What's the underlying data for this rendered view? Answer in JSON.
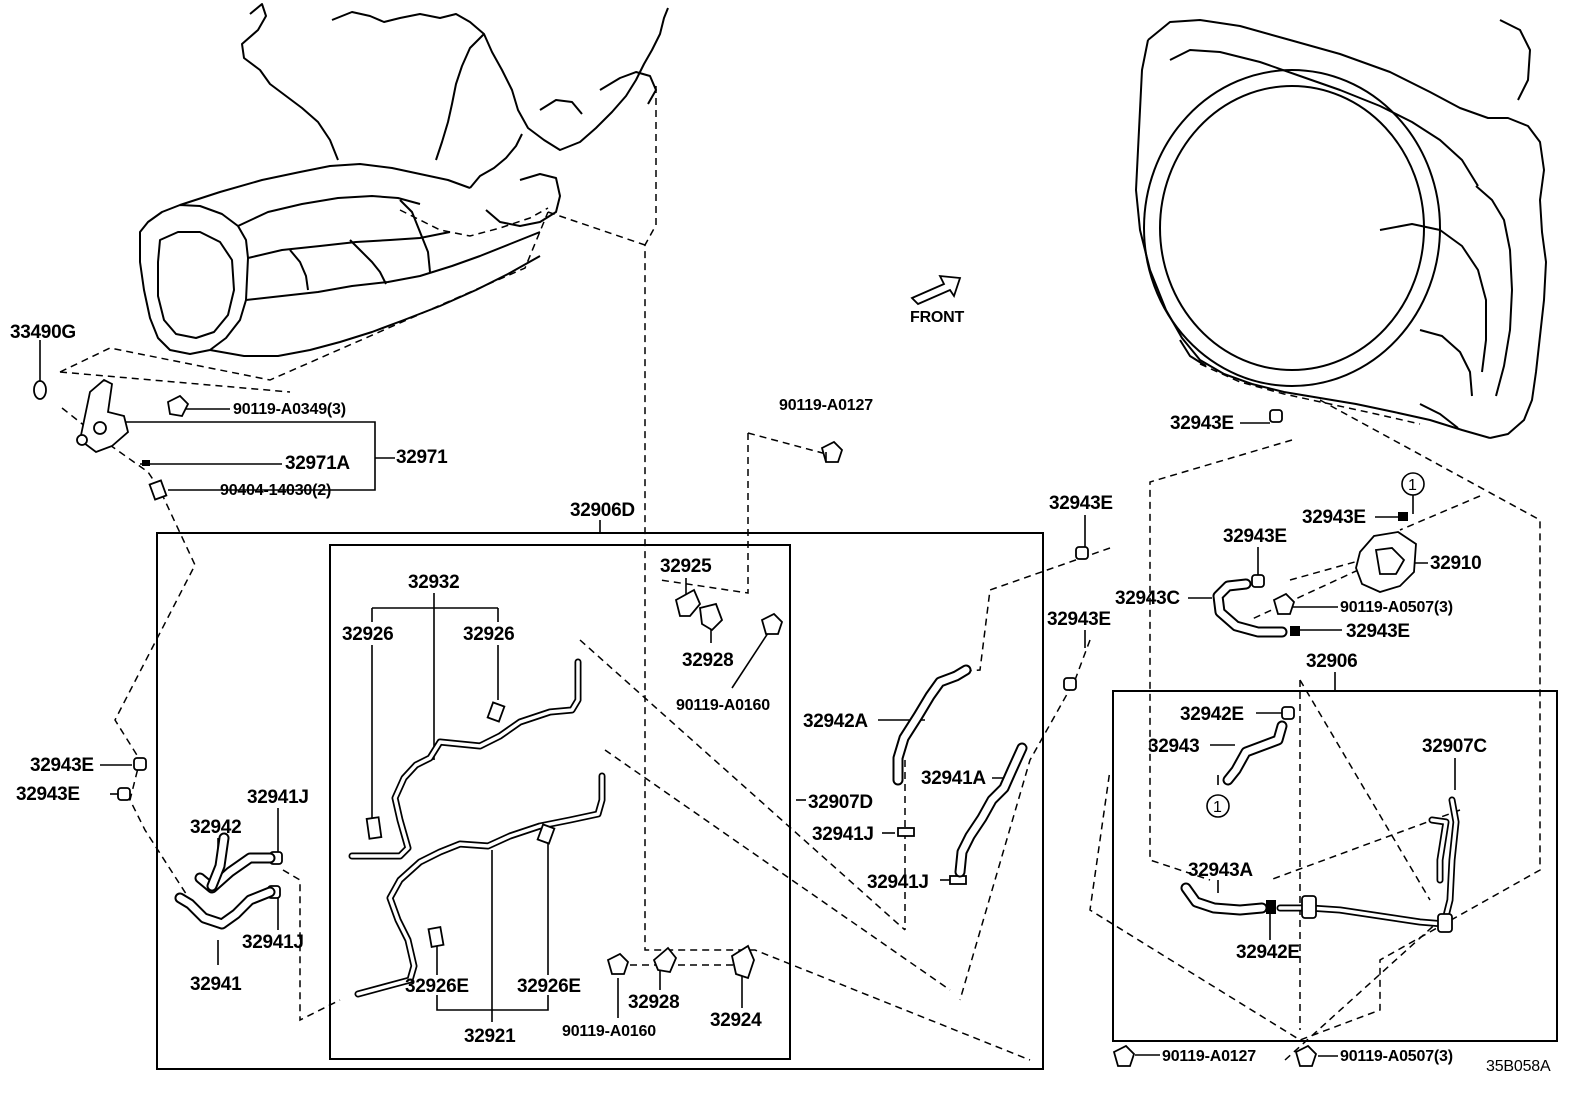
{
  "diagram_code": "35B058A",
  "direction_label": "FRONT",
  "circle_marker": "1",
  "labels": {
    "p33490G": "33490G",
    "p90119_A0349": "90119-A0349(3)",
    "p32971A": "32971A",
    "p32971": "32971",
    "p90404_14030": "90404-14030(2)",
    "p32906D": "32906D",
    "p32932": "32932",
    "p32926_a": "32926",
    "p32926_b": "32926",
    "p32925": "32925",
    "p32928_a": "32928",
    "p90119_A0160_a": "90119-A0160",
    "p90119_A0127_top": "90119-A0127",
    "p32942A": "32942A",
    "p32907D": "32907D",
    "p32941J_mid1": "32941J",
    "p32941A": "32941A",
    "p32941J_mid2": "32941J",
    "p32943E_l1": "32943E",
    "p32943E_l2": "32943E",
    "p32941J_l1": "32941J",
    "p32942": "32942",
    "p32941J_l2": "32941J",
    "p32941": "32941",
    "p32926E_a": "32926E",
    "p32926E_b": "32926E",
    "p32921": "32921",
    "p32928_b": "32928",
    "p32924": "32924",
    "p90119_A0160_b": "90119-A0160",
    "p32943E_m1": "32943E",
    "p32943E_m2": "32943E",
    "p32943E_r1": "32943E",
    "p32943E_r2": "32943E",
    "p32943E_r3": "32943E",
    "p32910": "32910",
    "p32943C": "32943C",
    "p90119_A0507_a": "90119-A0507(3)",
    "p32943E_r4": "32943E",
    "p32906": "32906",
    "p32942E_a": "32942E",
    "p32943": "32943",
    "p32907C": "32907C",
    "p32943A": "32943A",
    "p32942E_b": "32942E",
    "p90119_A0127_bot": "90119-A0127",
    "p90119_A0507_b": "90119-A0507(3)"
  }
}
